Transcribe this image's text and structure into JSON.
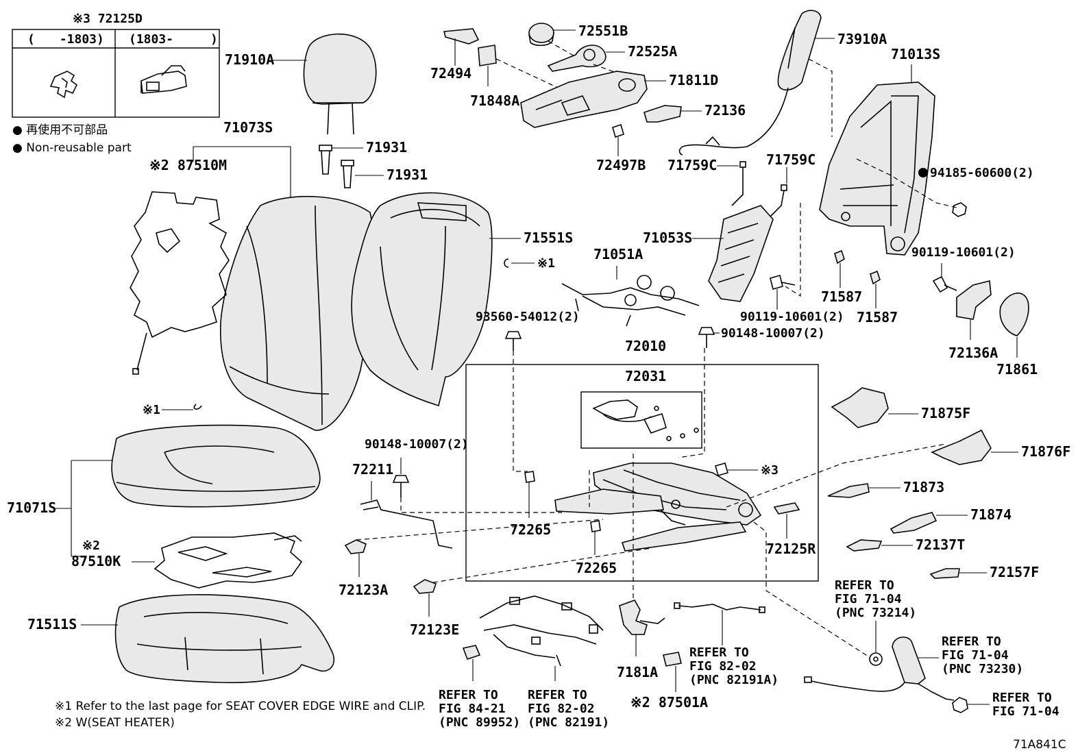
{
  "inset": {
    "title": "※3 72125D",
    "col_left": "(　　-1803)",
    "col_right": "(1803-　　　)"
  },
  "legend": {
    "jp": "● 再使用不可部品",
    "en": "● Non-reusable part"
  },
  "footnotes": {
    "n1": "※1 Refer to the last page for SEAT COVER EDGE WIRE and CLIP.",
    "n2": "※2 W(SEAT HEATER)"
  },
  "figure_code": "71A841C",
  "labels": {
    "p71910A": "71910A",
    "p71073S": "71073S",
    "p87510M": "※2 87510M",
    "p71931a": "71931",
    "p71931b": "71931",
    "p72494": "72494",
    "p71848A": "71848A",
    "p72551B": "72551B",
    "p72525A": "72525A",
    "p71811D": "71811D",
    "p72136": "72136",
    "p72497B": "72497B",
    "p73910A": "73910A",
    "p71013S": "71013S",
    "p71759Ca": "71759C",
    "p71759Cb": "71759C",
    "p94185": "94185-60600(2)",
    "p71551S": "71551S",
    "px1a": "※1",
    "p71053S": "71053S",
    "p71051A": "71051A",
    "p90119a": "90119-10601(2)",
    "p90119b": "90119-10601(2)",
    "p71587a": "71587",
    "p71587b": "71587",
    "p93560": "93560-54012(2)",
    "p90148a": "90148-10007(2)",
    "p72010": "72010",
    "p72031": "72031",
    "p72136A": "72136A",
    "p71861": "71861",
    "px1b": "※1",
    "p71875F": "71875F",
    "p90148b": "90148-10007(2)",
    "p72211": "72211",
    "px3": "※3",
    "p71876F": "71876F",
    "p71071S": "71071S",
    "p71873": "71873",
    "p72265a": "72265",
    "p71874": "71874",
    "px2": "※2",
    "p87510K": "87510K",
    "p72137T": "72137T",
    "p72125R": "72125R",
    "p72265b": "72265",
    "p72157F": "72157F",
    "p72123A": "72123A",
    "p71511S": "71511S",
    "p72123E": "72123E",
    "p7181A": "7181A",
    "p87501A": "※2 87501A"
  },
  "refs": {
    "r1": [
      "REFER TO",
      "FIG 71-04",
      "(PNC 73214)"
    ],
    "r2": [
      "REFER TO",
      "FIG 82-02",
      "(PNC 82191A)"
    ],
    "r3": [
      "REFER TO",
      "FIG 71-04",
      "(PNC 73230)"
    ],
    "r4": [
      "REFER TO",
      "FIG 84-21",
      "(PNC 89952)"
    ],
    "r5": [
      "REFER TO",
      "FIG 82-02",
      "(PNC 82191)"
    ],
    "r6": [
      "REFER TO",
      "FIG 71-04"
    ]
  }
}
